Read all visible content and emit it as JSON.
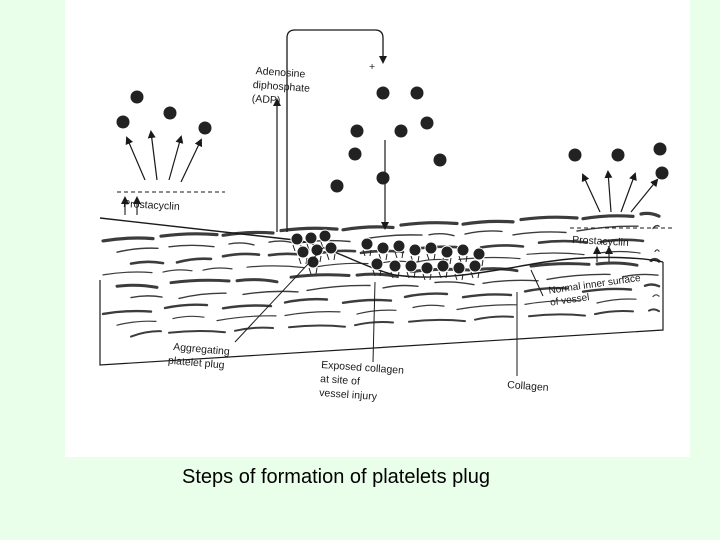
{
  "caption": "Steps of formation of platelets plug",
  "colors": {
    "slide_background": "#eaffea",
    "figure_background": "#ffffff",
    "ink": "#1a1a1a",
    "platelet": "#222222"
  },
  "diagram": {
    "labels": {
      "adp_line1": "Adenosine",
      "adp_line2": "diphosphate",
      "adp_line3": "(ADP)",
      "plus_sign": "+",
      "prostacyclin_left": "Prostacyclin",
      "prostacyclin_right": "Prostacyclin",
      "normal_inner_line1": "Normal inner surface",
      "normal_inner_line2": "of vessel",
      "aggregating_line1": "Aggregating",
      "aggregating_line2": "platelet plug",
      "exposed_line1": "Exposed collagen",
      "exposed_line2": "at site of",
      "exposed_line3": "vessel injury",
      "collagen": "Collagen"
    }
  }
}
